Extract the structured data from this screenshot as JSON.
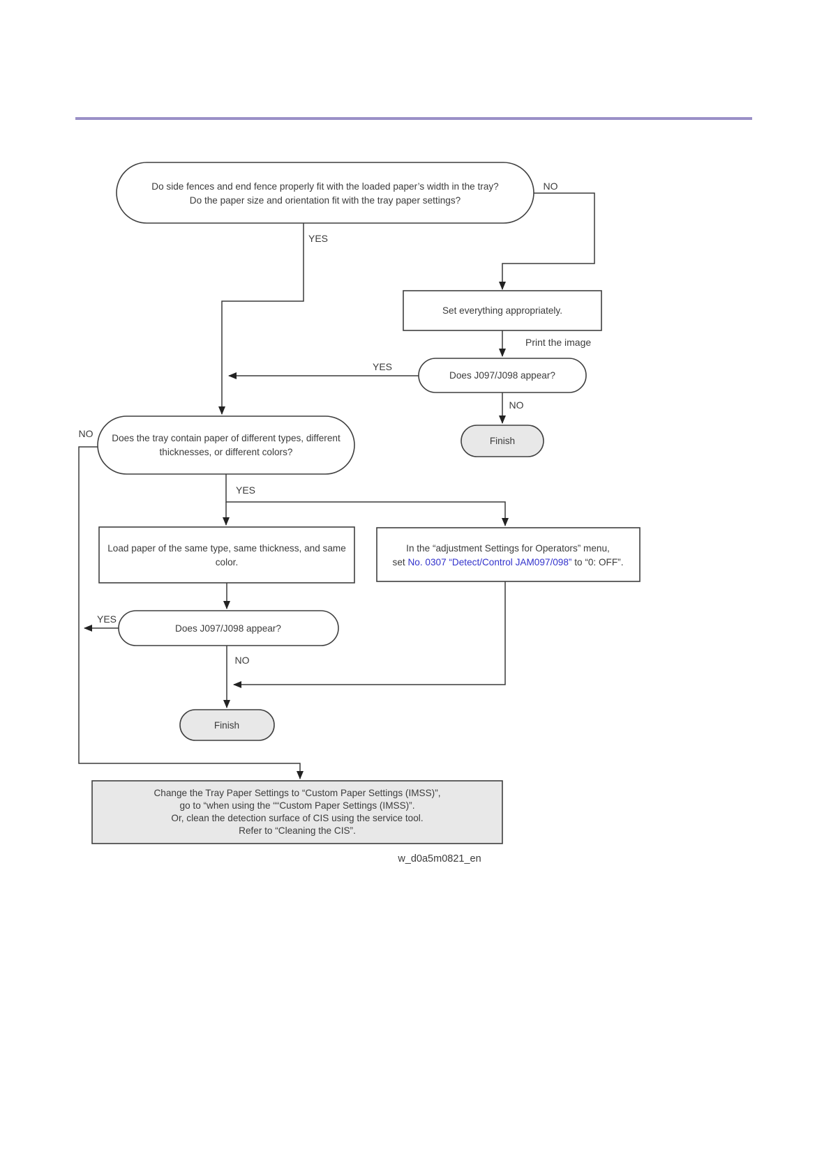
{
  "page": {
    "divider_color": "#9a90c7",
    "caption": "w_d0a5m0821_en"
  },
  "colors": {
    "link": "#3333cc",
    "terminator_fill": "#e8e8e8"
  },
  "nodes": {
    "q_fences": {
      "line1": "Do side fences and end fence properly fit with the loaded paper’s width in the tray?",
      "line2": "Do the paper size and orientation fit with the tray paper settings?"
    },
    "set_everything": {
      "text": "Set everything appropriately."
    },
    "q_jam_right": {
      "text": "Does J097/J098 appear?"
    },
    "finish_right": {
      "text": "Finish"
    },
    "q_mixed_paper": {
      "line1": "Does the tray contain paper of different types, different",
      "line2": "thicknesses, or different colors?"
    },
    "load_same_paper": {
      "line1": "Load paper of the same type, same thickness, and same",
      "line2": "color."
    },
    "adjustment_menu": {
      "line1": "In the “adjustment Settings for Operators” menu,",
      "line2_prefix": "set ",
      "line2_link": "No. 0307 “Detect/Control JAM097/098”",
      "line2_suffix": " to “0: OFF”."
    },
    "q_jam_left": {
      "text": "Does J097/J098 appear?"
    },
    "finish_left": {
      "text": "Finish"
    },
    "change_tray_settings": {
      "line1": "Change the Tray Paper Settings to “Custom Paper Settings (IMSS)”,",
      "line2": "go to “when using the ““Custom Paper Settings (IMSS)”.",
      "line3": "Or, clean the detection surface of CIS using the service tool.",
      "line4": "Refer to “Cleaning the CIS”."
    }
  },
  "labels": {
    "no_fences": "NO",
    "yes_fences": "YES",
    "print_image": "Print the image",
    "yes_jam_right": "YES",
    "no_jam_right": "NO",
    "no_mixed": "NO",
    "yes_mixed": "YES",
    "yes_jam_left": "YES",
    "no_jam_left": "NO"
  }
}
